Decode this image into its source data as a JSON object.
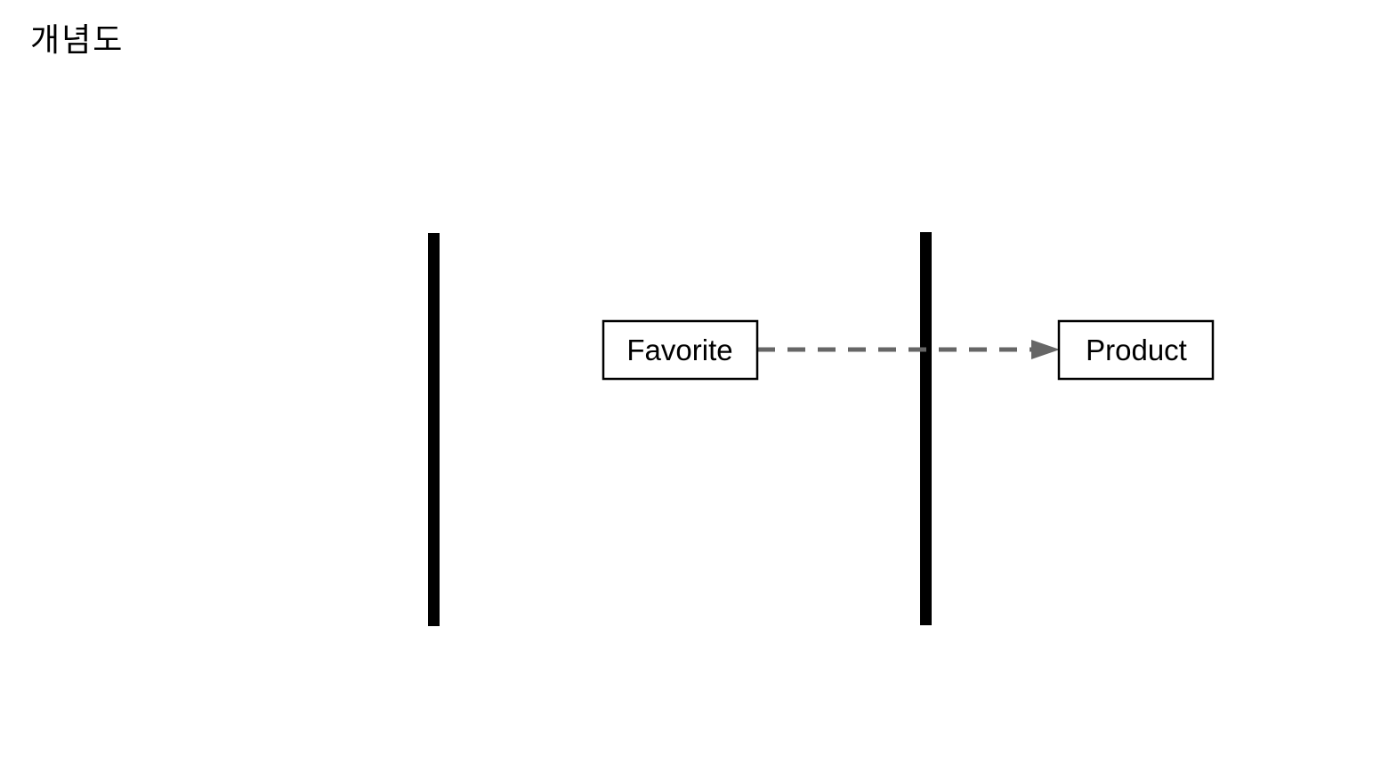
{
  "page": {
    "title": "개념도"
  },
  "diagram": {
    "nodes": {
      "favorite": {
        "label": "Favorite"
      },
      "product": {
        "label": "Product"
      }
    },
    "edges": [
      {
        "from": "favorite",
        "to": "product",
        "style": "dashed",
        "color": "#666666"
      }
    ],
    "colors": {
      "divider": "#000000",
      "node_border": "#000000",
      "node_fill": "#ffffff",
      "text": "#000000",
      "edge": "#666666"
    }
  }
}
